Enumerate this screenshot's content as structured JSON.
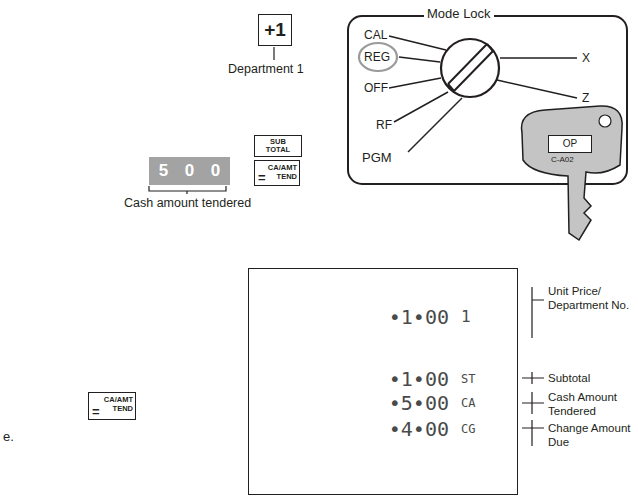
{
  "diagram": {
    "nodes": [
      {
        "text": [
          "+1"
        ]
      },
      {
        "text": [
          "Mode Lock"
        ]
      },
      {
        "text": [
          "OP"
        ],
        "in": 1
      },
      {
        "text": [
          "SUB TOTAL"
        ]
      },
      {
        "text": [
          "5"
        ]
      },
      {
        "text": [
          "0"
        ]
      },
      {
        "text": [
          "0"
        ]
      },
      {
        "text": [
          "=",
          "CA/AMT",
          "TEND"
        ]
      },
      {
        "text": [
          "•1•00",
          "1",
          "•1•00",
          "ST",
          "•5•00",
          "CA",
          "•4•00",
          "CG"
        ]
      },
      {
        "text": [
          "=",
          "CA/AMT",
          "TEND"
        ]
      }
    ],
    "labels": [
      "Department 1",
      "Cash amount tendered",
      "CAL",
      "REG",
      "OFF",
      "RF",
      "PGM",
      "X",
      "Z",
      "C-A02",
      "Unit Price/ Department No.",
      "Subtotal",
      "Cash Amount Tendered",
      "Change Amount Due",
      "e."
    ]
  }
}
